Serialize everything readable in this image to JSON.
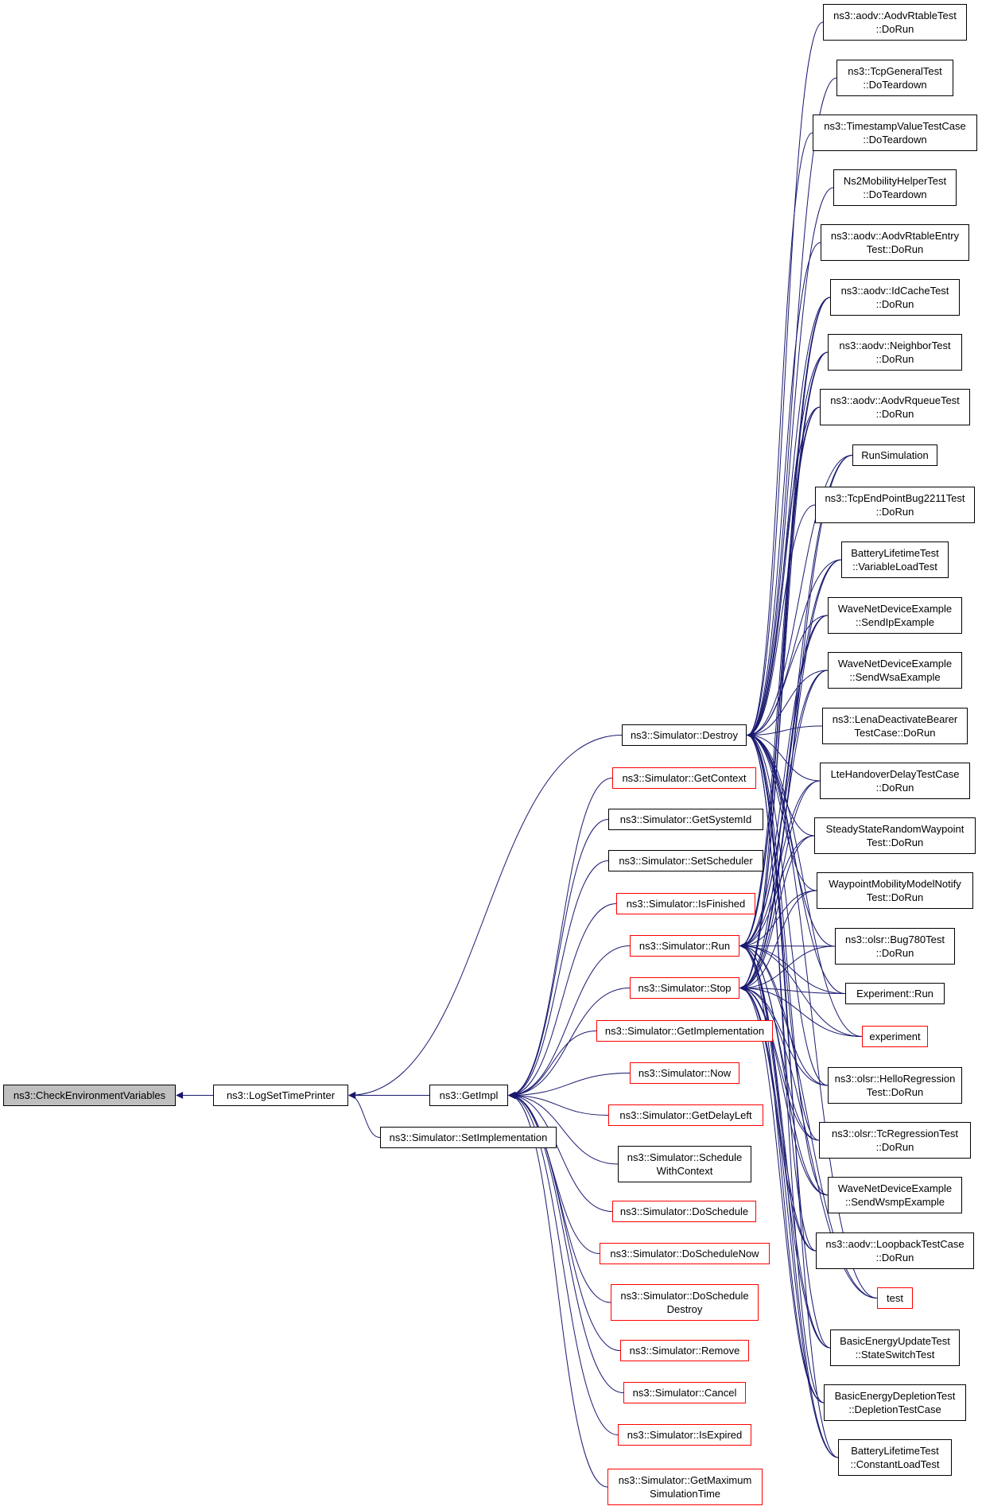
{
  "colors": {
    "edge": "#191970",
    "border": "#000000",
    "border_undocumented": "#ff0000",
    "root_fill": "#bfbfbf"
  },
  "nodes": {
    "n0": {
      "label": "ns3::CheckEnvironmentVariables",
      "style": "root"
    },
    "n1": {
      "label": "ns3::LogSetTimePrinter",
      "style": "black"
    },
    "n2": {
      "label": "ns3::GetImpl",
      "style": "black"
    },
    "n3": {
      "label": "ns3::Simulator::SetImplementation",
      "style": "black"
    },
    "n4": {
      "label": "ns3::Simulator::Destroy",
      "style": "black"
    },
    "n5": {
      "label": "ns3::Simulator::GetContext",
      "style": "red"
    },
    "n6": {
      "label": "ns3::Simulator::GetSystemId",
      "style": "black"
    },
    "n7": {
      "label": "ns3::Simulator::SetScheduler",
      "style": "black"
    },
    "n8": {
      "label": "ns3::Simulator::IsFinished",
      "style": "red"
    },
    "n9": {
      "label": "ns3::Simulator::Run",
      "style": "red"
    },
    "n10": {
      "label": "ns3::Simulator::Stop",
      "style": "red"
    },
    "n11": {
      "label": "ns3::Simulator::GetImplementation",
      "style": "red"
    },
    "n12": {
      "label": "ns3::Simulator::Now",
      "style": "red"
    },
    "n13": {
      "label": "ns3::Simulator::GetDelayLeft",
      "style": "red"
    },
    "n14": {
      "label": "ns3::Simulator::Schedule\nWithContext",
      "style": "black"
    },
    "n15": {
      "label": "ns3::Simulator::DoSchedule",
      "style": "red"
    },
    "n16": {
      "label": "ns3::Simulator::DoScheduleNow",
      "style": "red"
    },
    "n17": {
      "label": "ns3::Simulator::DoSchedule\nDestroy",
      "style": "red"
    },
    "n18": {
      "label": "ns3::Simulator::Remove",
      "style": "red"
    },
    "n19": {
      "label": "ns3::Simulator::Cancel",
      "style": "red"
    },
    "n20": {
      "label": "ns3::Simulator::IsExpired",
      "style": "red"
    },
    "n21": {
      "label": "ns3::Simulator::GetMaximum\nSimulationTime",
      "style": "red"
    },
    "r1": {
      "label": "ns3::aodv::AodvRtableTest\n::DoRun",
      "style": "black"
    },
    "r2": {
      "label": "ns3::TcpGeneralTest\n::DoTeardown",
      "style": "black"
    },
    "r3": {
      "label": "ns3::TimestampValueTestCase\n::DoTeardown",
      "style": "black"
    },
    "r4": {
      "label": "Ns2MobilityHelperTest\n::DoTeardown",
      "style": "black"
    },
    "r5": {
      "label": "ns3::aodv::AodvRtableEntry\nTest::DoRun",
      "style": "black"
    },
    "r6": {
      "label": "ns3::aodv::IdCacheTest\n::DoRun",
      "style": "black"
    },
    "r7": {
      "label": "ns3::aodv::NeighborTest\n::DoRun",
      "style": "black"
    },
    "r8": {
      "label": "ns3::aodv::AodvRqueueTest\n::DoRun",
      "style": "black"
    },
    "r9": {
      "label": "RunSimulation",
      "style": "black"
    },
    "r10": {
      "label": "ns3::TcpEndPointBug2211Test\n::DoRun",
      "style": "black"
    },
    "r11": {
      "label": "BatteryLifetimeTest\n::VariableLoadTest",
      "style": "black"
    },
    "r12": {
      "label": "WaveNetDeviceExample\n::SendIpExample",
      "style": "black"
    },
    "r13": {
      "label": "WaveNetDeviceExample\n::SendWsaExample",
      "style": "black"
    },
    "r14": {
      "label": "ns3::LenaDeactivateBearer\nTestCase::DoRun",
      "style": "black"
    },
    "r15": {
      "label": "LteHandoverDelayTestCase\n::DoRun",
      "style": "black"
    },
    "r16": {
      "label": "SteadyStateRandomWaypoint\nTest::DoRun",
      "style": "black"
    },
    "r17": {
      "label": "WaypointMobilityModelNotify\nTest::DoRun",
      "style": "black"
    },
    "r18": {
      "label": "ns3::olsr::Bug780Test\n::DoRun",
      "style": "black"
    },
    "r19": {
      "label": "Experiment::Run",
      "style": "black"
    },
    "r20": {
      "label": "experiment",
      "style": "red"
    },
    "r21": {
      "label": "ns3::olsr::HelloRegression\nTest::DoRun",
      "style": "black"
    },
    "r22": {
      "label": "ns3::olsr::TcRegressionTest\n::DoRun",
      "style": "black"
    },
    "r23": {
      "label": "WaveNetDeviceExample\n::SendWsmpExample",
      "style": "black"
    },
    "r24": {
      "label": "ns3::aodv::LoopbackTestCase\n::DoRun",
      "style": "black"
    },
    "r25": {
      "label": "test",
      "style": "red"
    },
    "r26": {
      "label": "BasicEnergyUpdateTest\n::StateSwitchTest",
      "style": "black"
    },
    "r27": {
      "label": "BasicEnergyDepletionTest\n::DepletionTestCase",
      "style": "black"
    },
    "r28": {
      "label": "BatteryLifetimeTest\n::ConstantLoadTest",
      "style": "black"
    }
  },
  "edges": [
    [
      "n1",
      "n0"
    ],
    [
      "n2",
      "n1"
    ],
    [
      "n3",
      "n1"
    ],
    [
      "n4",
      "n1"
    ],
    [
      "n5",
      "n2"
    ],
    [
      "n6",
      "n2"
    ],
    [
      "n7",
      "n2"
    ],
    [
      "n8",
      "n2"
    ],
    [
      "n9",
      "n2"
    ],
    [
      "n10",
      "n2"
    ],
    [
      "n11",
      "n2"
    ],
    [
      "n12",
      "n2"
    ],
    [
      "n13",
      "n2"
    ],
    [
      "n14",
      "n2"
    ],
    [
      "n15",
      "n2"
    ],
    [
      "n16",
      "n2"
    ],
    [
      "n17",
      "n2"
    ],
    [
      "n18",
      "n2"
    ],
    [
      "n19",
      "n2"
    ],
    [
      "n20",
      "n2"
    ],
    [
      "n21",
      "n2"
    ],
    [
      "r1",
      "n4"
    ],
    [
      "r2",
      "n4"
    ],
    [
      "r3",
      "n4"
    ],
    [
      "r4",
      "n4"
    ],
    [
      "r5",
      "n4"
    ],
    [
      "r6",
      "n4"
    ],
    [
      "r7",
      "n4"
    ],
    [
      "r8",
      "n4"
    ],
    [
      "r9",
      "n4"
    ],
    [
      "r10",
      "n4"
    ],
    [
      "r11",
      "n4"
    ],
    [
      "r12",
      "n4"
    ],
    [
      "r13",
      "n4"
    ],
    [
      "r14",
      "n4"
    ],
    [
      "r15",
      "n4"
    ],
    [
      "r16",
      "n4"
    ],
    [
      "r17",
      "n4"
    ],
    [
      "r18",
      "n4"
    ],
    [
      "r19",
      "n4"
    ],
    [
      "r20",
      "n4"
    ],
    [
      "r21",
      "n4"
    ],
    [
      "r22",
      "n4"
    ],
    [
      "r23",
      "n4"
    ],
    [
      "r24",
      "n4"
    ],
    [
      "r25",
      "n4"
    ],
    [
      "r26",
      "n4"
    ],
    [
      "r27",
      "n4"
    ],
    [
      "r28",
      "n4"
    ],
    [
      "r6",
      "n9"
    ],
    [
      "r7",
      "n9"
    ],
    [
      "r8",
      "n9"
    ],
    [
      "r9",
      "n9"
    ],
    [
      "r11",
      "n9"
    ],
    [
      "r12",
      "n9"
    ],
    [
      "r13",
      "n9"
    ],
    [
      "r15",
      "n9"
    ],
    [
      "r16",
      "n9"
    ],
    [
      "r17",
      "n9"
    ],
    [
      "r18",
      "n9"
    ],
    [
      "r19",
      "n9"
    ],
    [
      "r20",
      "n9"
    ],
    [
      "r21",
      "n9"
    ],
    [
      "r22",
      "n9"
    ],
    [
      "r23",
      "n9"
    ],
    [
      "r24",
      "n9"
    ],
    [
      "r25",
      "n9"
    ],
    [
      "r26",
      "n9"
    ],
    [
      "r27",
      "n9"
    ],
    [
      "r28",
      "n9"
    ],
    [
      "r6",
      "n10"
    ],
    [
      "r7",
      "n10"
    ],
    [
      "r8",
      "n10"
    ],
    [
      "r9",
      "n10"
    ],
    [
      "r11",
      "n10"
    ],
    [
      "r12",
      "n10"
    ],
    [
      "r13",
      "n10"
    ],
    [
      "r15",
      "n10"
    ],
    [
      "r16",
      "n10"
    ],
    [
      "r17",
      "n10"
    ],
    [
      "r18",
      "n10"
    ],
    [
      "r19",
      "n10"
    ],
    [
      "r20",
      "n10"
    ],
    [
      "r21",
      "n10"
    ],
    [
      "r22",
      "n10"
    ],
    [
      "r23",
      "n10"
    ],
    [
      "r24",
      "n10"
    ],
    [
      "r25",
      "n10"
    ],
    [
      "r26",
      "n10"
    ],
    [
      "r27",
      "n10"
    ],
    [
      "r28",
      "n10"
    ]
  ]
}
